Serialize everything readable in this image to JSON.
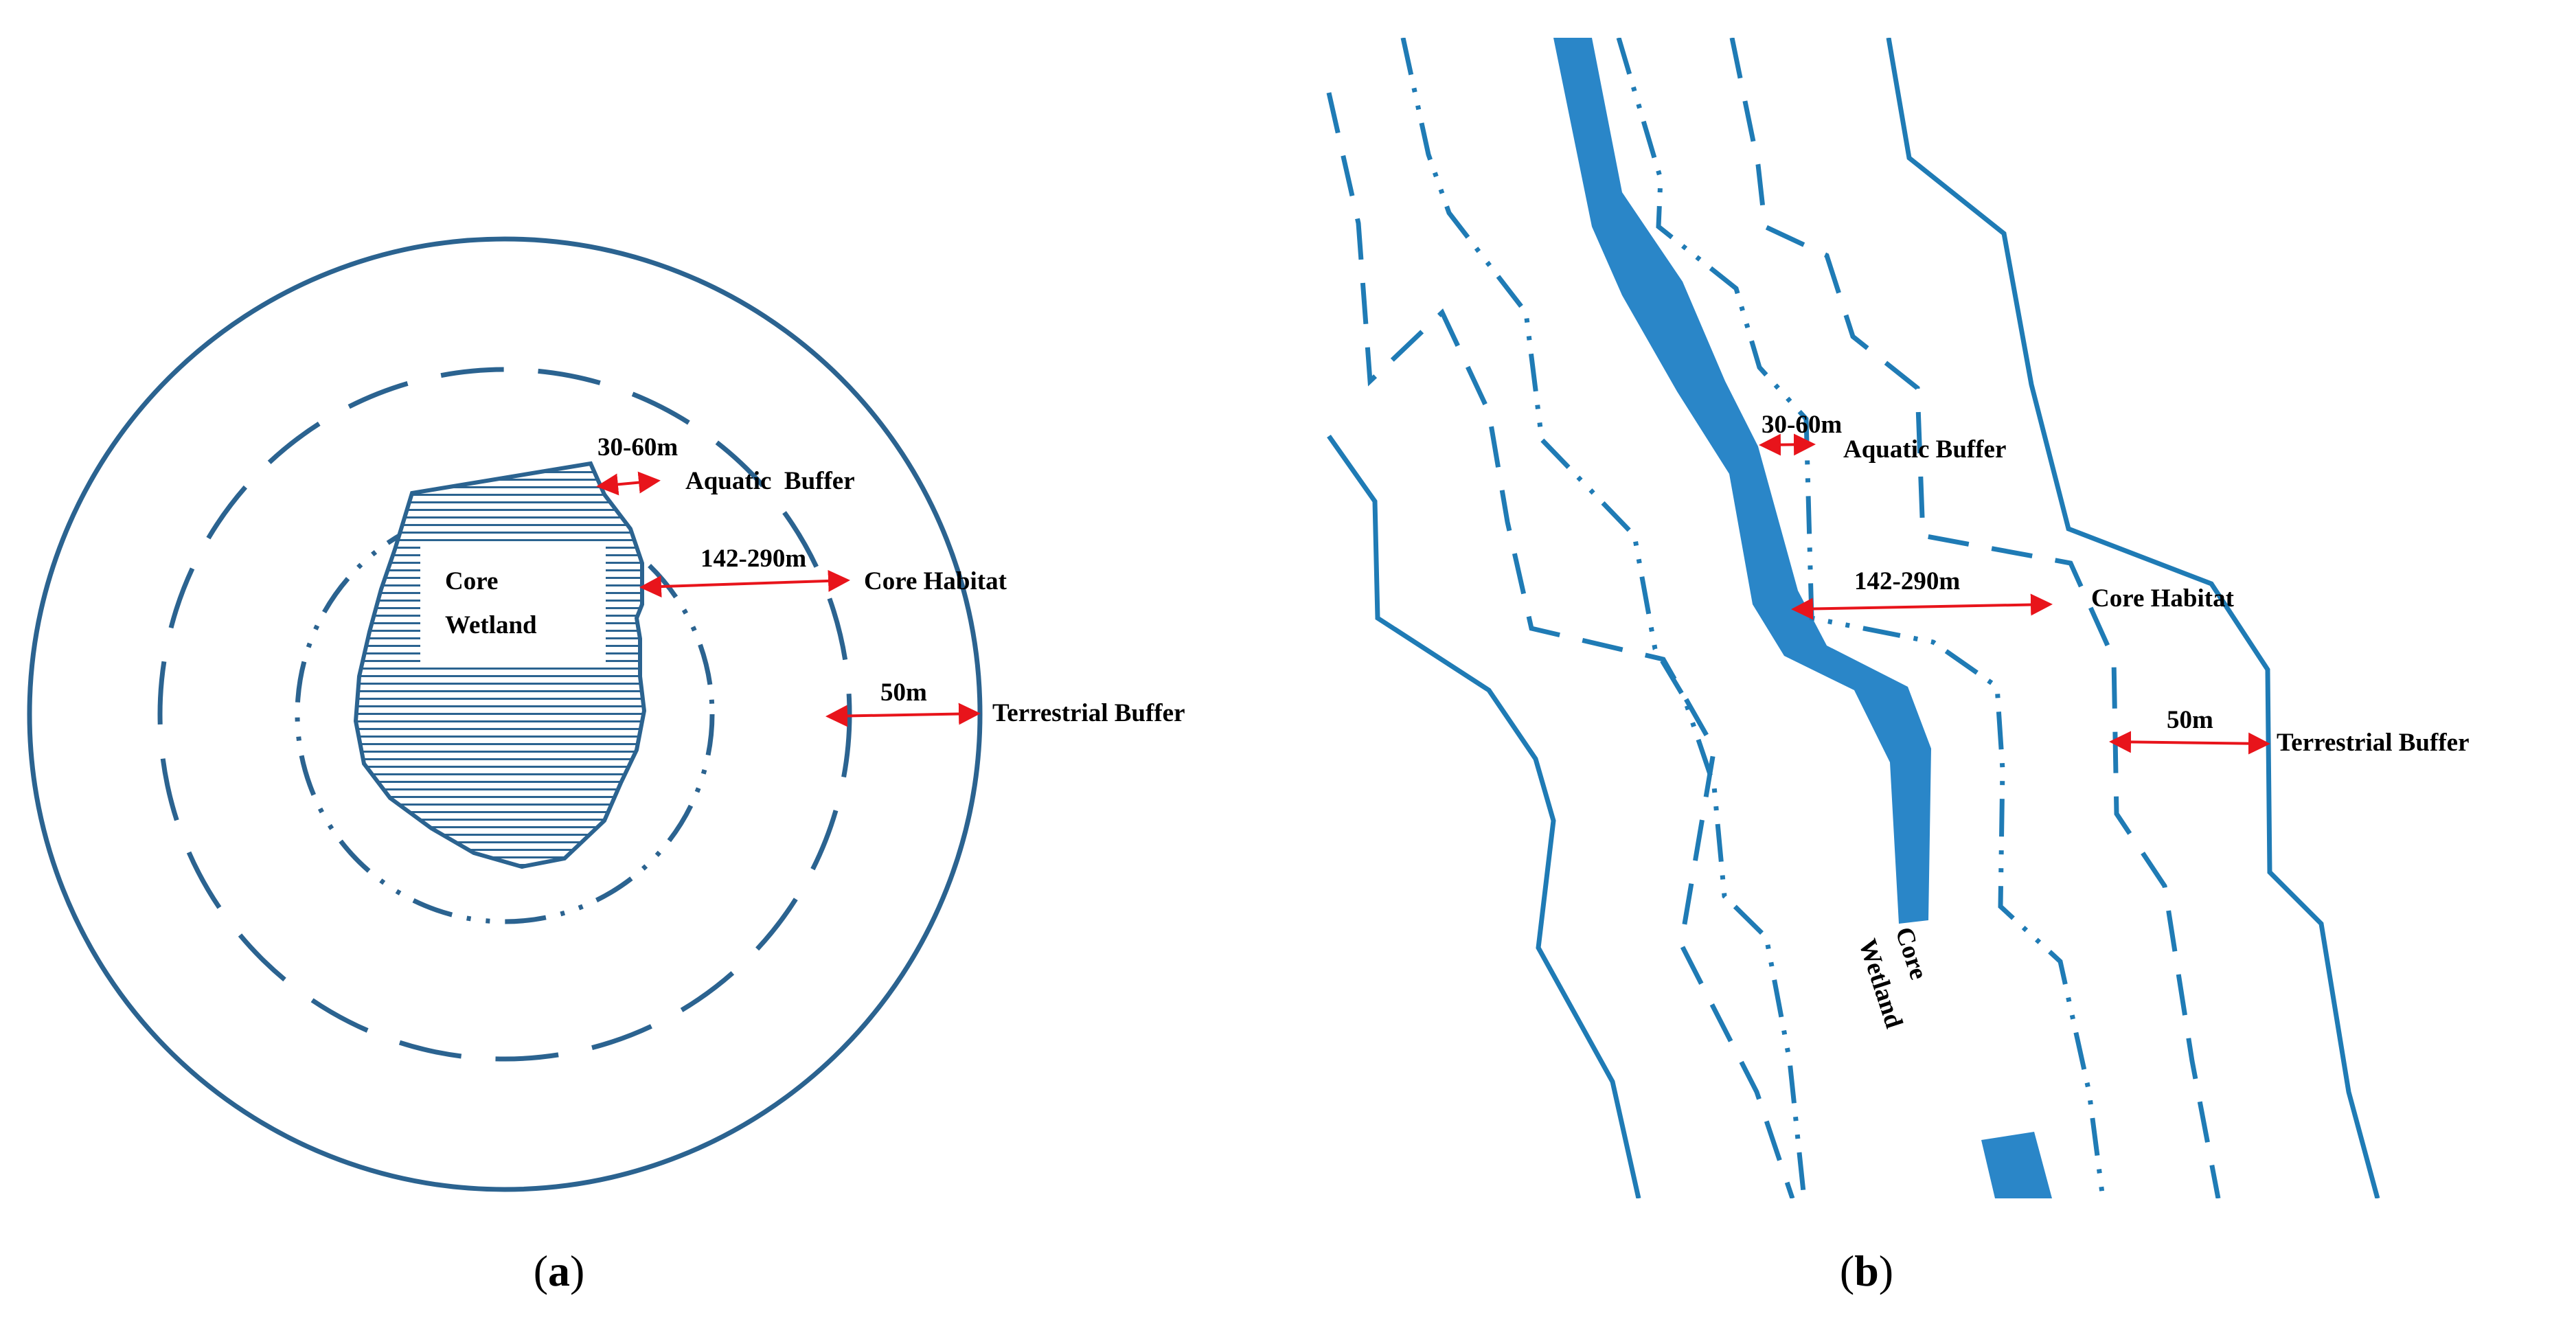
{
  "colors": {
    "line": "#1f7bb5",
    "ring": "#2b6390",
    "water": "#2a86c8",
    "arrow": "#e8141b",
    "text": "#000000"
  },
  "panel_a": {
    "core_label_line1": "Core",
    "core_label_line2": "Wetland",
    "aquatic_width": "30-60m",
    "aquatic_label": "Aquatic  Buffer",
    "core_habitat_width": "142-290m",
    "core_habitat_label": "Core Habitat",
    "terrestrial_width": "50m",
    "terrestrial_label": "Terrestrial Buffer",
    "caption": "a"
  },
  "panel_b": {
    "aquatic_width": "30-60m",
    "aquatic_label": "Aquatic Buffer",
    "core_habitat_width": "142-290m",
    "core_habitat_label": "Core Habitat",
    "terrestrial_width": "50m",
    "terrestrial_label": "Terrestrial Buffer",
    "core_label_line1": "Core",
    "core_label_line2": "Wetland",
    "caption": "b"
  }
}
